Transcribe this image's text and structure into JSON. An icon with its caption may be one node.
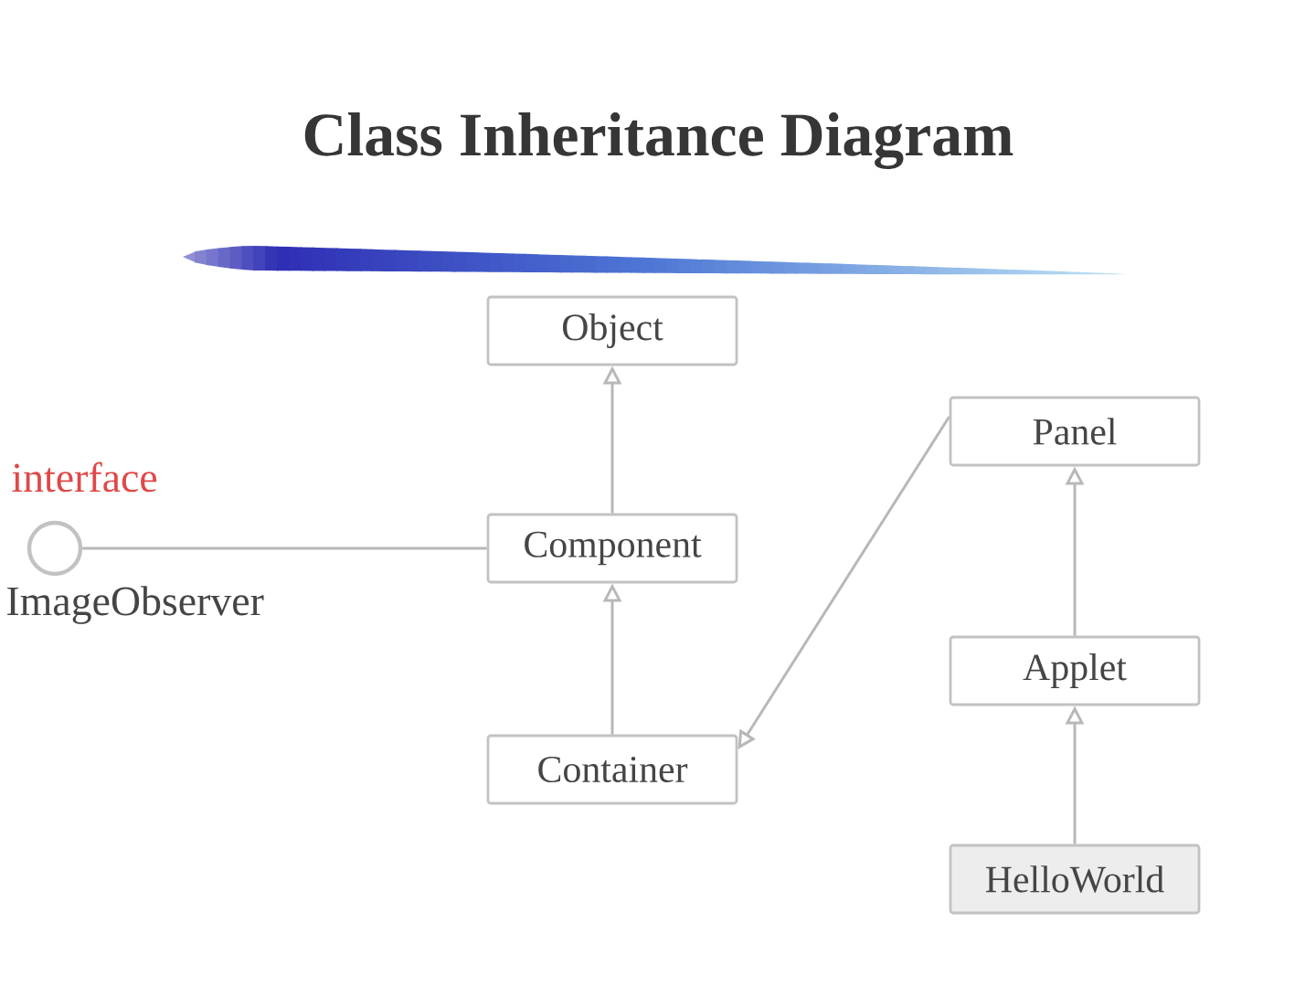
{
  "diagram": {
    "title": "Class Inheritance Diagram",
    "nodes": [
      {
        "text": [
          "Object"
        ]
      },
      {
        "text": [
          "Panel"
        ]
      },
      {
        "text": [],
        "shape": "circle",
        "beside": [
          "interface",
          "ImageObserver"
        ]
      },
      {
        "text": [
          "Component"
        ]
      },
      {
        "text": [
          "Applet"
        ]
      },
      {
        "text": [
          "Container"
        ]
      },
      {
        "text": [
          "HelloWorld"
        ]
      }
    ],
    "edges": [
      {
        "from": 3,
        "to": 0,
        "arrow": "to"
      },
      {
        "from": 2,
        "to": 3,
        "arrow": "none"
      },
      {
        "from": 5,
        "to": 3,
        "arrow": "to"
      },
      {
        "from": 1,
        "to": 5,
        "arrow": "to"
      },
      {
        "from": 4,
        "to": 1,
        "arrow": "to"
      },
      {
        "from": 6,
        "to": 4,
        "arrow": "to"
      }
    ]
  }
}
